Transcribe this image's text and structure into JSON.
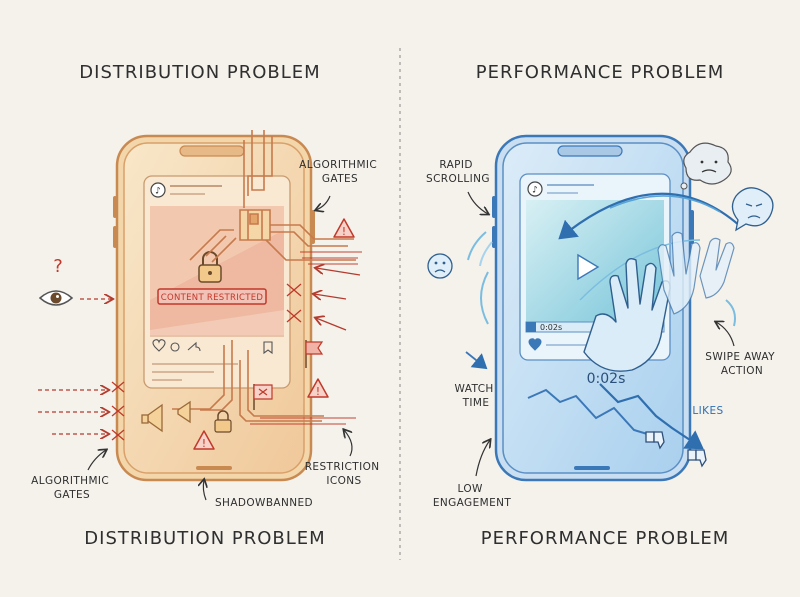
{
  "left": {
    "top_title": "DISTRIBUTION PROBLEM",
    "bottom_title": "DISTRIBUTION PROBLEM",
    "question_mark": "?",
    "banner": "CONTENT RESTRICTED",
    "labels": {
      "algorithmic_gates_top": [
        "ALGORITHMIC",
        "GATES"
      ],
      "algorithmic_gates_bottom": [
        "ALGORITHMIC",
        "GATES"
      ],
      "restriction_icons": [
        "RESTRICTION",
        "ICONS"
      ],
      "shadowbanned": "SHADOWBANNED"
    }
  },
  "right": {
    "top_title": "PERFORMANCE PROBLEM",
    "bottom_title": "PERFORMANCE PROBLEM",
    "video_time": "0:02s",
    "big_time": "0:02s",
    "labels": {
      "rapid_scrolling": [
        "RAPID",
        "SCROLLING"
      ],
      "swipe_away_action": [
        "SWIPE AWAY",
        "ACTION"
      ],
      "watch_time": [
        "WATCH",
        "TIME"
      ],
      "low_engagement": [
        "LOW",
        "ENGAGEMENT"
      ],
      "likes": "LIKES"
    }
  },
  "colors": {
    "background": "#f5f2ec",
    "left_phone_stroke": "#c98a52",
    "right_phone_stroke": "#3b78b8",
    "restriction_red": "#c0392b",
    "text": "#2f2f2f"
  },
  "icons": [
    "eye-icon",
    "question-icon",
    "lock-icon",
    "warning-icon",
    "flag-icon",
    "megaphone-icon",
    "tiktok-logo-icon",
    "thumbs-down-icon",
    "hand-icon",
    "play-icon",
    "frowning-face-icon",
    "angry-face-icon"
  ]
}
